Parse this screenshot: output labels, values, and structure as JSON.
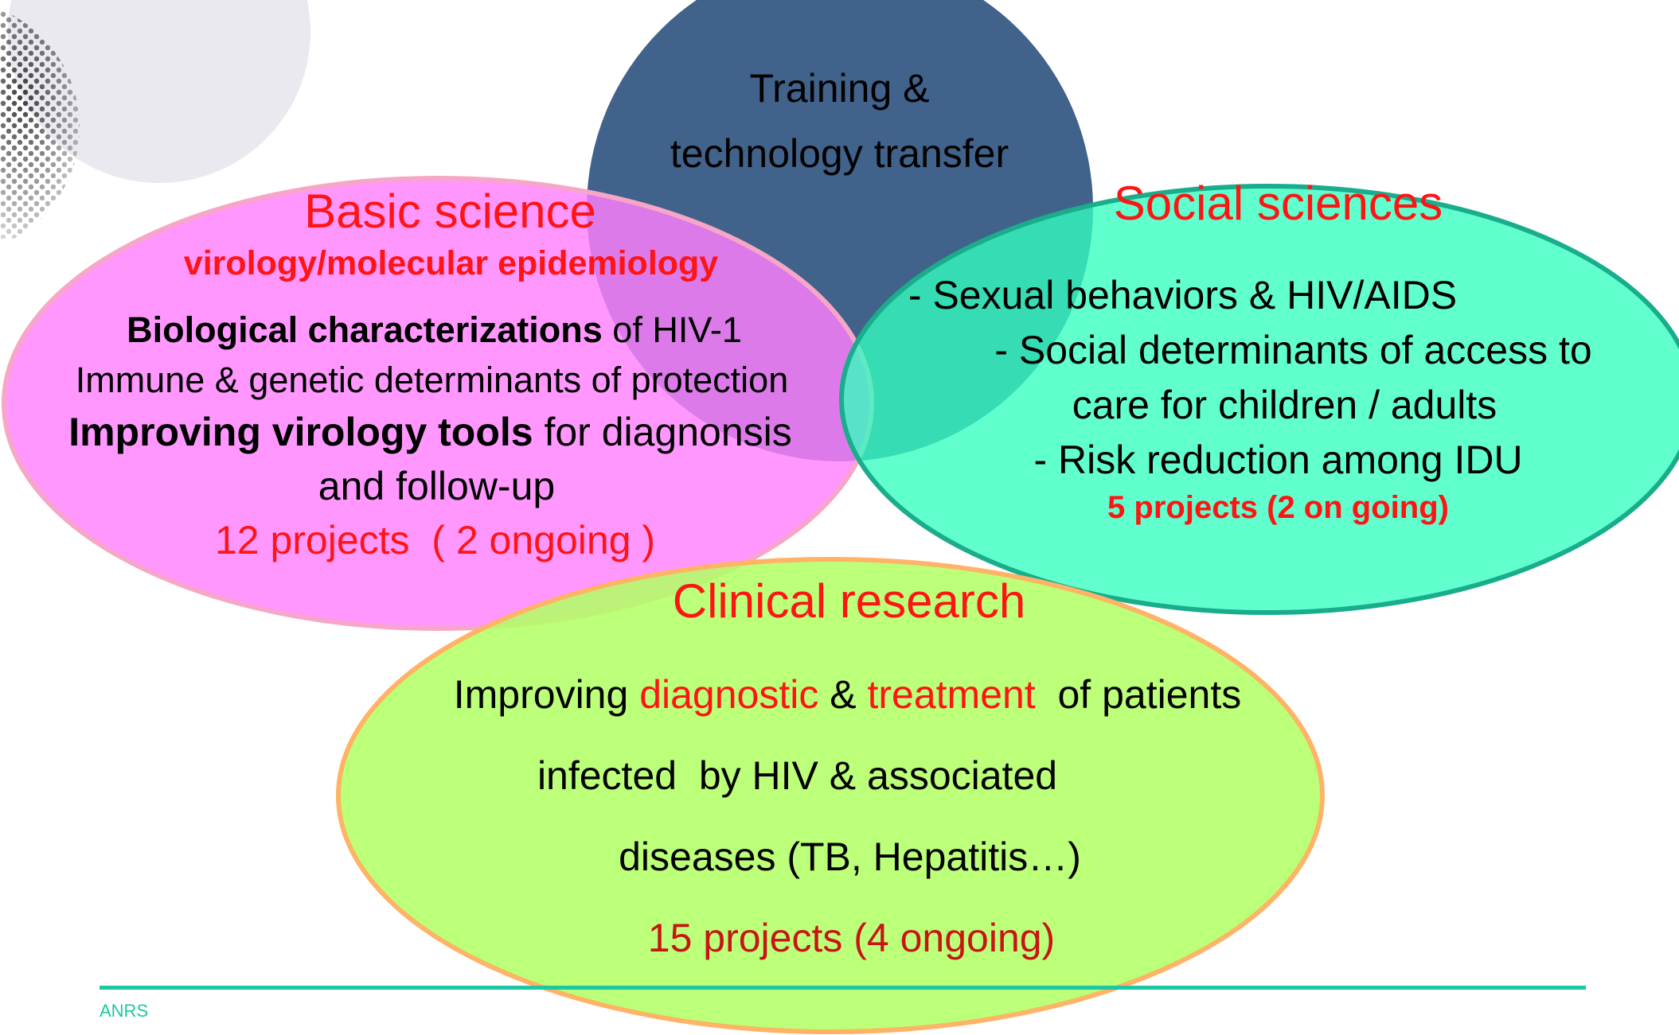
{
  "colors": {
    "training": "#41628a",
    "basic_fill": "#ff80ff",
    "basic_stroke": "#f7a6c8",
    "social_fill": "#33ffbf",
    "social_stroke": "#1aad8c",
    "clinical_fill": "#b3ff66",
    "clinical_stroke": "#ffb366",
    "accent_red": "#ff1414",
    "footer": "#1ec7a3"
  },
  "training": {
    "line1": "Training &",
    "line2": "technology transfer"
  },
  "basic": {
    "title": "Basic science",
    "subtitle": "virology/molecular epidemiology",
    "line1_bold": "Biological characterizations",
    "line1_rest": " of HIV-1",
    "line2": "Immune & genetic determinants of protection",
    "line3_bold": "Improving virology tools",
    "line3_rest": " for diagnonsis",
    "line4": "and follow-up",
    "projects": "12 projects  ( 2 ongoing )"
  },
  "social": {
    "title": "Social sciences",
    "item1": "- Sexual behaviors & HIV/AIDS",
    "item2a": "- Social determinants of access to",
    "item2b": "care for children / adults",
    "item3": "- Risk reduction among IDU",
    "projects": "5 projects (2 on going)"
  },
  "clinical": {
    "title": "Clinical research",
    "line1_a": "Improving ",
    "line1_b": "diagnostic",
    "line1_c": " & ",
    "line1_d": "treatment",
    "line1_e": "  of patients",
    "line2": "infected  by HIV & associated",
    "line3": "diseases (TB, Hepatitis…)",
    "projects": "15 projects (4 ongoing)"
  },
  "footer": {
    "label": "ANRS"
  }
}
